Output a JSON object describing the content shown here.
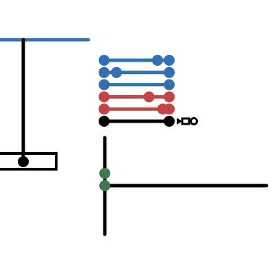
{
  "colors": {
    "background": "#ffffff",
    "blue": "#3171b1",
    "red": "#c64343",
    "green": "#3b7c4a",
    "black": "#000000"
  },
  "icons": {
    "end_marker": "play-box-circle-icon"
  },
  "diagram": {
    "beam_top": {
      "color": "blue"
    },
    "tracks": [
      {
        "color": "blue",
        "handle_positions": [
          0.82
        ]
      },
      {
        "color": "blue",
        "handle_positions": [
          0.19
        ]
      },
      {
        "color": "blue",
        "handle_positions": []
      },
      {
        "color": "red",
        "handle_positions": [
          0.69
        ]
      },
      {
        "color": "red",
        "handle_positions": [
          0.9
        ]
      },
      {
        "color": "black",
        "handle_positions": []
      }
    ],
    "nodes": [
      {
        "color": "green"
      },
      {
        "color": "green"
      }
    ]
  }
}
